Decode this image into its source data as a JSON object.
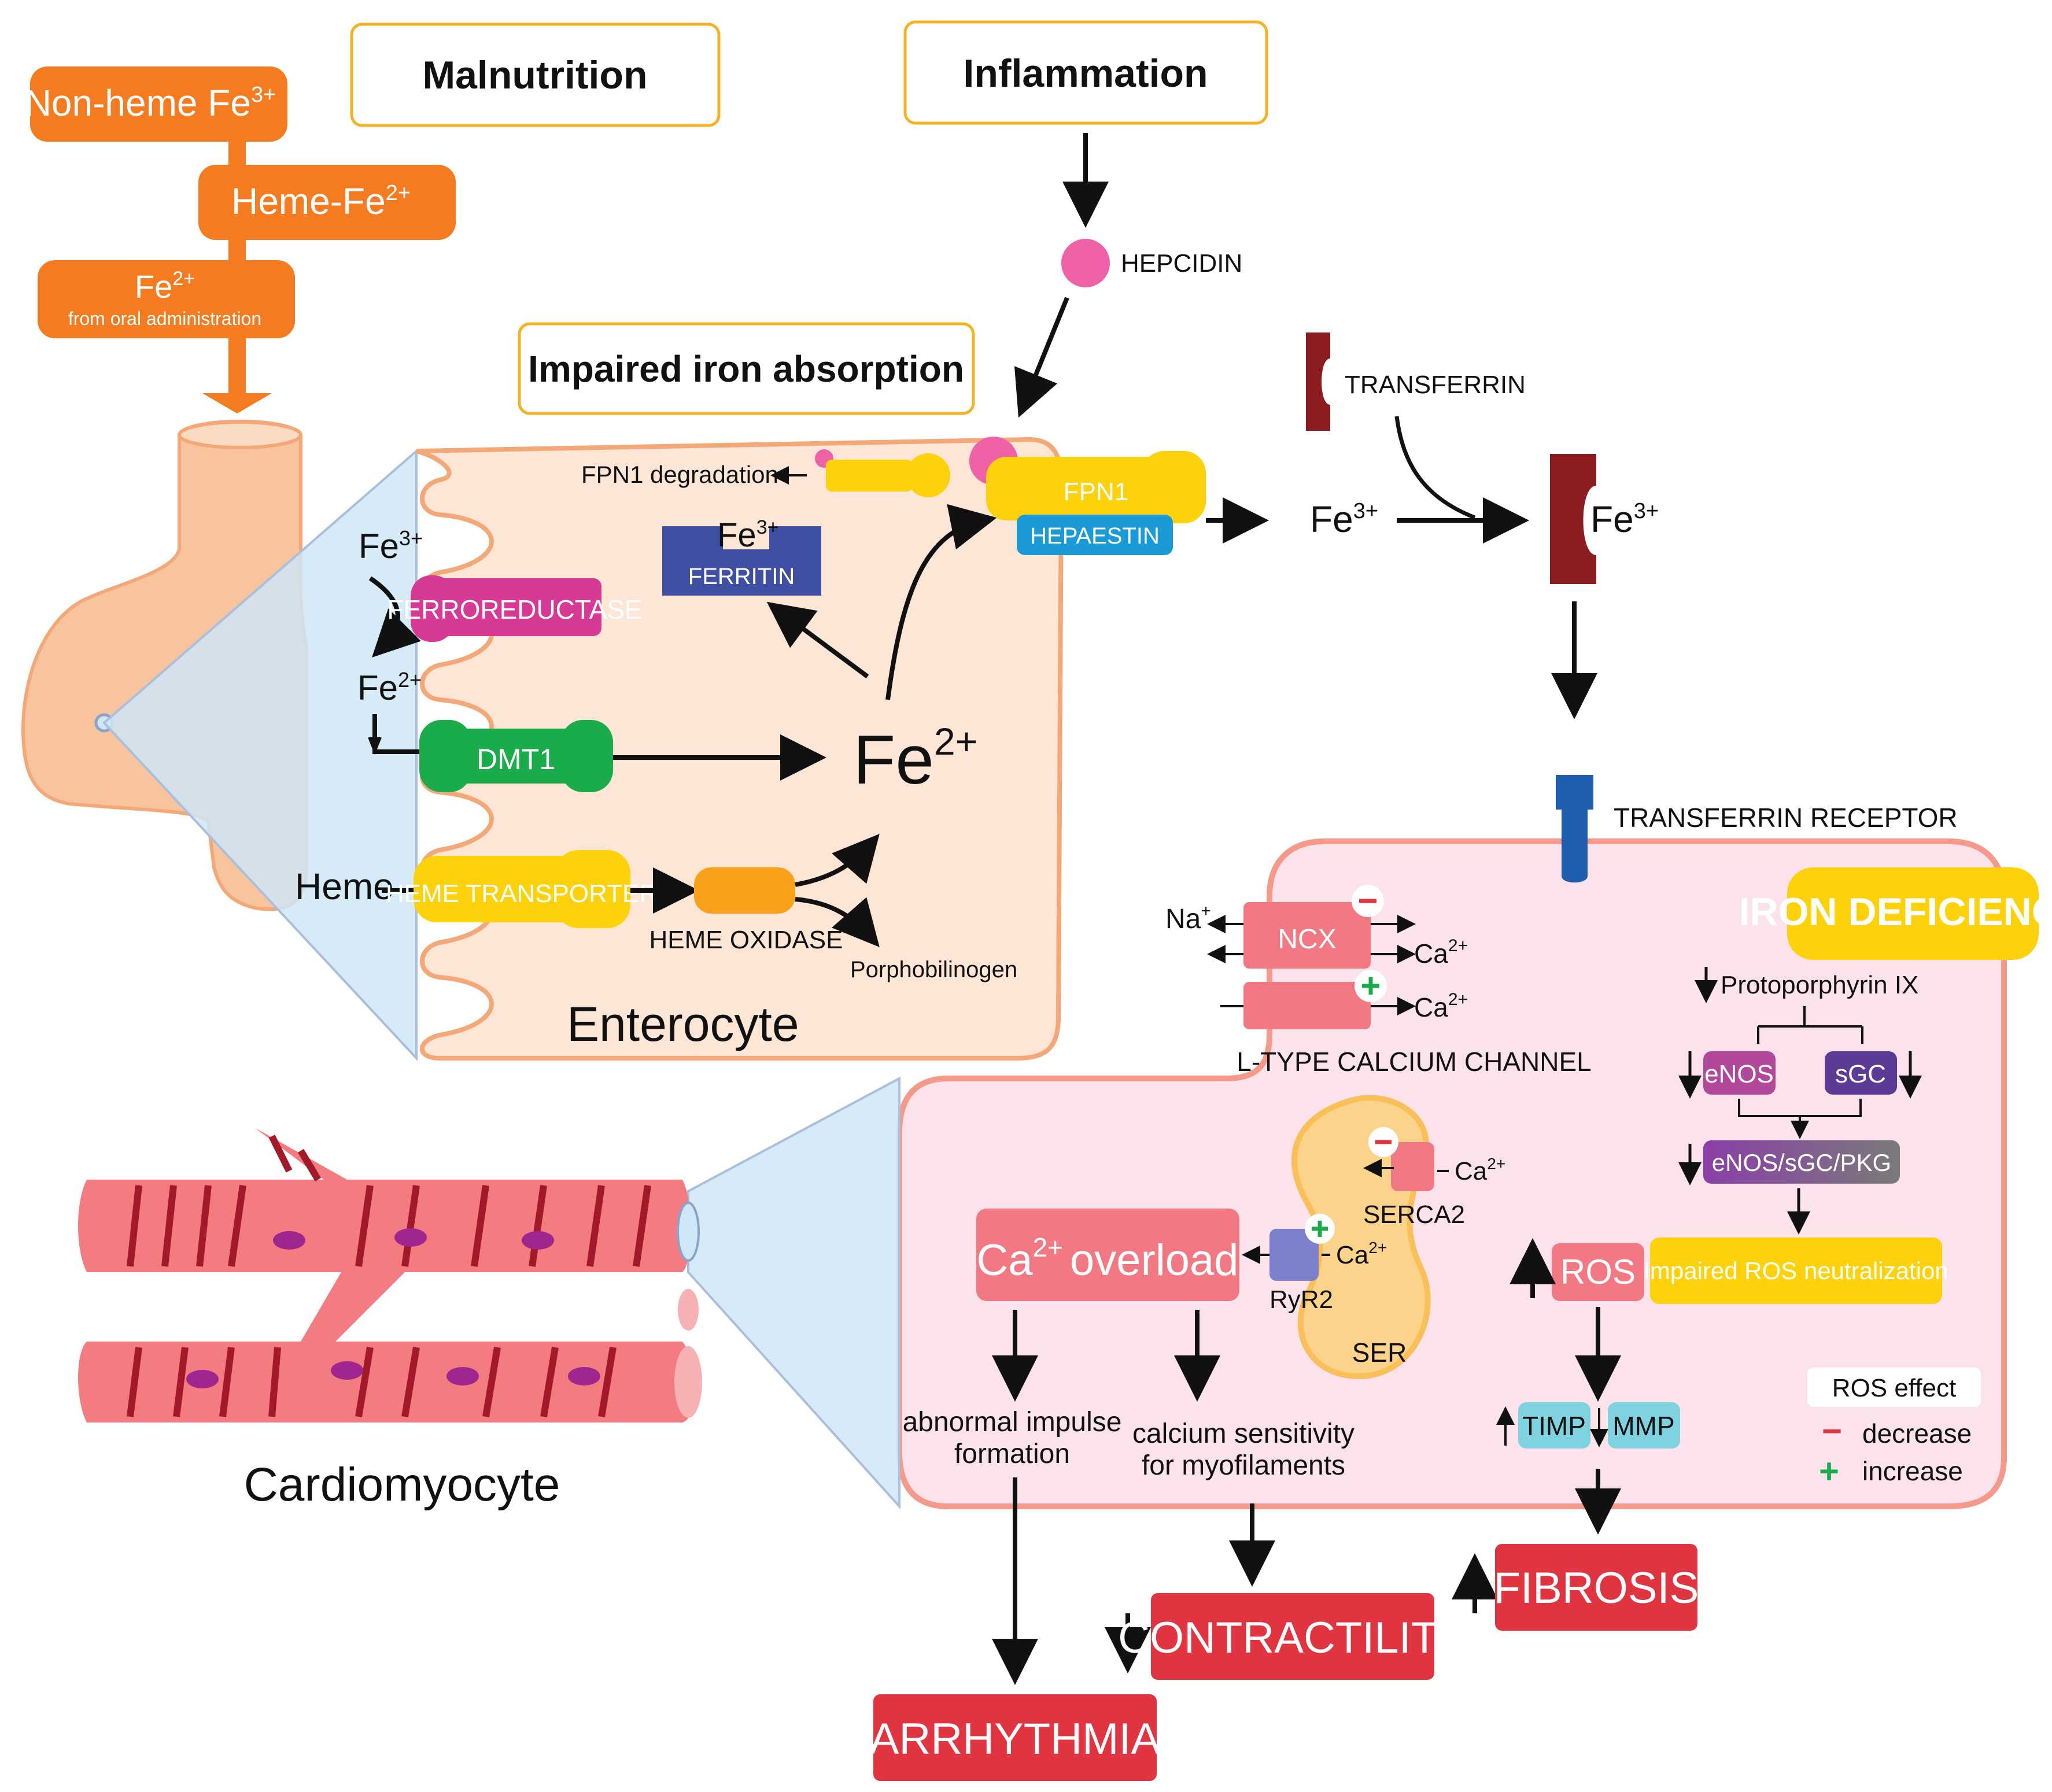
{
  "sources": {
    "nonheme": "Non-heme Fe",
    "nonheme_sup": "3+",
    "heme": "Heme-Fe",
    "heme_sup": "2+",
    "oral_main": "Fe",
    "oral_sup": "2+",
    "oral_sub": "from oral administration"
  },
  "causes": {
    "malnutrition": "Malnutrition",
    "inflammation": "Inflammation",
    "impaired_absorption": "Impaired iron absorption"
  },
  "enterocyte": {
    "title": "Enterocyte",
    "fe3_label": "Fe",
    "fe3_sup": "3+",
    "fe2_label": "Fe",
    "fe2_sup": "2+",
    "ferroreductase": "FERROREDUCTASE",
    "dmt1": "DMT1",
    "heme_input": "Heme",
    "heme_transporter": "HEME TRANSPORTER",
    "heme_oxidase": "HEME OXIDASE",
    "porphobilinogen": "Porphobilinogen",
    "ferritin_fe": "Fe",
    "ferritin_sup": "3+",
    "ferritin": "FERRITIN",
    "fpn1_degradation": "FPN1 degradation",
    "fpn1": "FPN1",
    "hepaestin": "HEPAESTIN",
    "center_fe": "Fe",
    "center_sup": "2+"
  },
  "transport": {
    "hepcidin": "HEPCIDIN",
    "transferrin": "TRANSFERRIN",
    "fe3_free": "Fe",
    "fe3_free_sup": "3+",
    "fe3_bound": "Fe",
    "fe3_bound_sup": "3+",
    "transferrin_receptor": "TRANSFERRIN RECEPTOR"
  },
  "cardio": {
    "label": "Cardiomyocyte",
    "iron_deficiency": "IRON DEFICIENCY",
    "na": "Na",
    "na_sup": "+",
    "ncx": "NCX",
    "ca_1": "Ca",
    "ca_2": "Ca",
    "ca_sup": "2+",
    "l_type": "L-TYPE CALCIUM CHANNEL",
    "protoporphyrin": "Protoporphyrin IX",
    "enos": "eNOS",
    "sgc": "sGC",
    "enos_sgc_pkg": "eNOS/sGC/PKG",
    "impaired_ros": "Impaired ROS neutralization",
    "ros": "ROS",
    "timp": "TIMP",
    "mmp": "MMP",
    "serca2": "SERCA2",
    "ca_serca": "Ca",
    "ryr2": "RyR2",
    "ca_ryr": "Ca",
    "ser": "SER",
    "ca_overload_main": "Ca",
    "ca_overload_sup": "2+",
    "ca_overload_rest": "overload",
    "abnormal_1": "abnormal impulse",
    "abnormal_2": "formation",
    "calcium_1": "calcium sensitivity",
    "calcium_2": "for myofilaments"
  },
  "legend": {
    "title": "ROS effect",
    "minus_sym": "−",
    "decrease": "decrease",
    "plus_sym": "+",
    "increase": "increase"
  },
  "outcomes": {
    "arrhythmia": "ARRHYTHMIA",
    "contractility": "CONTRACTILITY",
    "fibrosis": "FIBROSIS"
  },
  "colors": {
    "orange": "#f47b20",
    "yellow": "#fdd20a",
    "yellow_border": "#f5b323",
    "magenta": "#d63a94",
    "green": "#1aac4b",
    "navy": "#3f4fa3",
    "cyan": "#1a9bd7",
    "dark_red": "#8c1c1f",
    "blue_receptor": "#1f5eae",
    "salmon": "#f27884",
    "red_outcome": "#e03541",
    "pink_bg": "#fce2ea",
    "peach_bg": "#fde6d6",
    "purple_grey": "#8a4fa3",
    "light_cyan": "#7fd3e0",
    "pink_dot": "#f062a8"
  }
}
